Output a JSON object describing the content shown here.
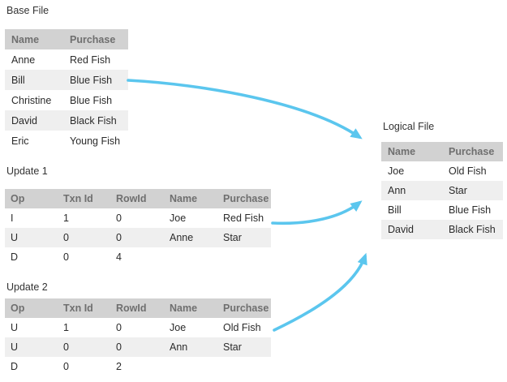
{
  "colors": {
    "page_bg": "#ffffff",
    "table_header_bg": "#d2d2d2",
    "table_header_text": "#6f6f6f",
    "row_alt_bg": "#efefef",
    "body_text": "#2b2b2b",
    "arrow": "#5bc6ee"
  },
  "sections": {
    "base_file": {
      "title": "Base File",
      "columns": [
        "Name",
        "Purchase"
      ],
      "rows": [
        [
          "Anne",
          "Red Fish"
        ],
        [
          "Bill",
          "Blue Fish"
        ],
        [
          "Christine",
          "Blue Fish"
        ],
        [
          "David",
          "Black Fish"
        ],
        [
          "Eric",
          "Young Fish"
        ]
      ]
    },
    "update_1": {
      "title": "Update 1",
      "columns": [
        "Op",
        "Txn Id",
        "RowId",
        "Name",
        "Purchase"
      ],
      "rows": [
        [
          "I",
          "1",
          "0",
          "Joe",
          "Red Fish"
        ],
        [
          "U",
          "0",
          "0",
          "Anne",
          "Star"
        ],
        [
          "D",
          "0",
          "4",
          "",
          ""
        ]
      ]
    },
    "update_2": {
      "title": "Update 2",
      "columns": [
        "Op",
        "Txn Id",
        "RowId",
        "Name",
        "Purchase"
      ],
      "rows": [
        [
          "U",
          "1",
          "0",
          "Joe",
          "Old Fish"
        ],
        [
          "U",
          "0",
          "0",
          "Ann",
          "Star"
        ],
        [
          "D",
          "0",
          "2",
          "",
          ""
        ]
      ]
    },
    "logical_file": {
      "title": "Logical File",
      "columns": [
        "Name",
        "Purchase"
      ],
      "rows": [
        [
          "Joe",
          "Old Fish"
        ],
        [
          "Ann",
          "Star"
        ],
        [
          "Bill",
          "Blue Fish"
        ],
        [
          "David",
          "Black Fish"
        ]
      ]
    }
  },
  "arrows": [
    {
      "name": "base-to-logical",
      "from": "Base File row Bill / Blue Fish",
      "to": "Logical File header"
    },
    {
      "name": "update1-to-logical",
      "from": "Update 1 row Joe / Red Fish",
      "to": "Logical File row Ann / Star"
    },
    {
      "name": "update2-to-logical",
      "from": "Update 2 row Joe / Old Fish",
      "to": "Logical File row David / Black Fish"
    }
  ]
}
